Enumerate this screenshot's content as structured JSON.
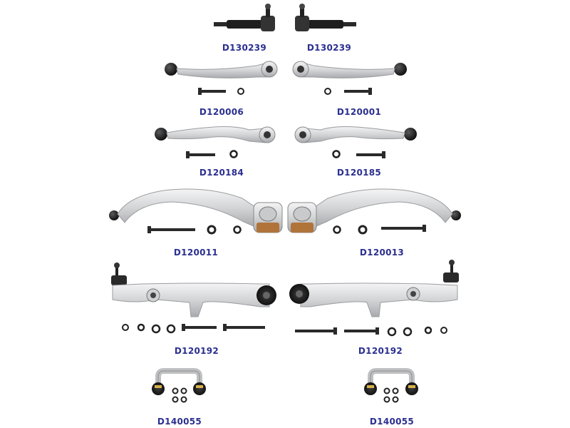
{
  "parts": [
    {
      "id": "tie-rod-end-left",
      "code": "D130239"
    },
    {
      "id": "tie-rod-end-right",
      "code": "D130239"
    },
    {
      "id": "upper-arm-front-left",
      "code": "D120006"
    },
    {
      "id": "upper-arm-front-right",
      "code": "D120001"
    },
    {
      "id": "upper-arm-rear-left",
      "code": "D120184"
    },
    {
      "id": "upper-arm-rear-right",
      "code": "D120185"
    },
    {
      "id": "guide-arm-left",
      "code": "D120011"
    },
    {
      "id": "guide-arm-right",
      "code": "D120013"
    },
    {
      "id": "lower-arm-left",
      "code": "D120192"
    },
    {
      "id": "lower-arm-right",
      "code": "D120192"
    },
    {
      "id": "stabilizer-link-left",
      "code": "D140055"
    },
    {
      "id": "stabilizer-link-right",
      "code": "D140055"
    }
  ],
  "colors": {
    "label": "#2b2f8f",
    "aluminium": "#d9dadc",
    "aluminium_edge": "#8f9194",
    "rubber": "#1a1a1a",
    "bolt": "#2a2a2a",
    "bushing_copper": "#b0743a"
  }
}
